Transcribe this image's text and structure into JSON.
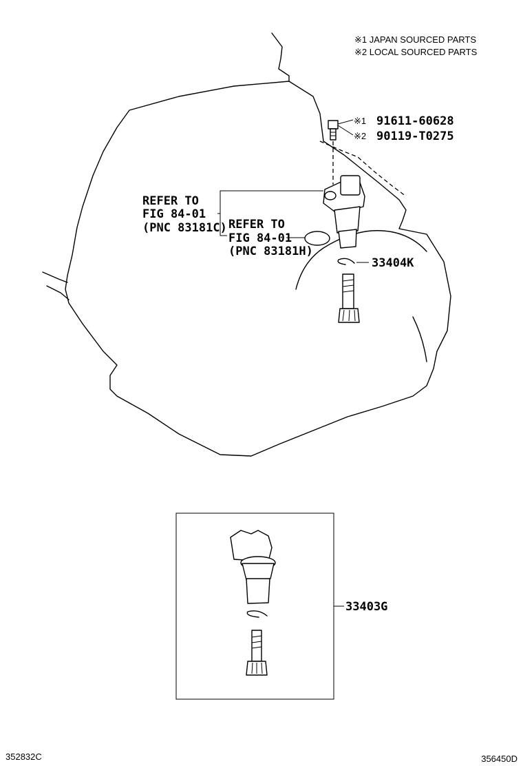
{
  "legend": {
    "line1": "※1 JAPAN SOURCED PARTS",
    "line2": "※2 LOCAL SOURCED PARTS"
  },
  "bolt_parts": {
    "part1_mark": "※1",
    "part1": "91611-60628",
    "part2_mark": "※2",
    "part2": "90119-T0275"
  },
  "refer1": {
    "line1": "REFER TO",
    "line2": "FIG 84-01",
    "line3": "(PNC 83181C)"
  },
  "refer2": {
    "line1": "REFER TO",
    "line2": "FIG 84-01",
    "line3": "(PNC 83181H)"
  },
  "clip_part": "33404K",
  "kit_part": "33403G",
  "footer": {
    "left": "352832C",
    "right": "356450D"
  }
}
